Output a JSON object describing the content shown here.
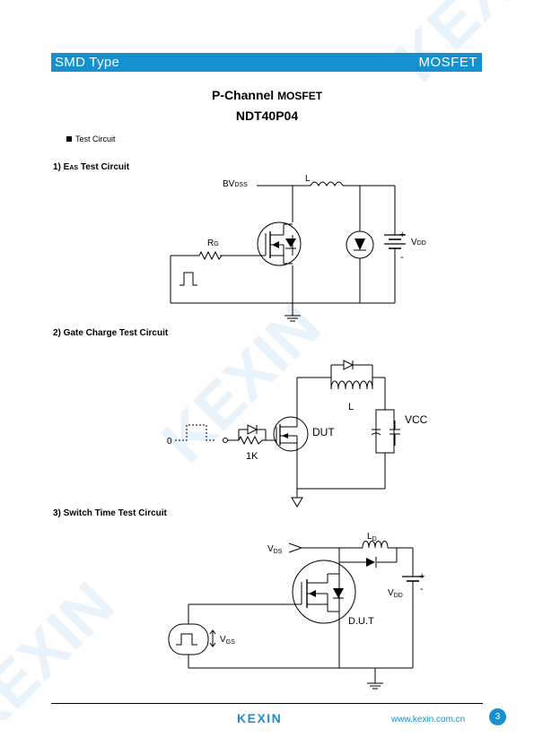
{
  "header": {
    "left": "SMD Type",
    "right": "MOSFET"
  },
  "title": {
    "line1_main": "P-Channel ",
    "line1_sub": "MOSFET",
    "part_number": "NDT40P04"
  },
  "bullet_text": "Test Circuit",
  "sections": {
    "eas_prefix": "1) E",
    "eas_sub": "AS",
    "eas_suffix": " Test Circuit",
    "gate_charge": "2) Gate Charge Test Circuit",
    "switch_time": "3) Switch Time Test Circuit"
  },
  "circuit1": {
    "bv": "BV",
    "bv_sub": "DSS",
    "inductor": "L",
    "rg": "R",
    "rg_sub": "G",
    "vdd": "V",
    "vdd_sub": "DD",
    "plus": "+",
    "minus": "-"
  },
  "circuit2": {
    "zero": "0",
    "resistor": "1K",
    "dut": "DUT",
    "inductor": "L",
    "vcc": "VCC"
  },
  "circuit3": {
    "vds": "V",
    "vds_sub": "DS",
    "ld": "L",
    "ld_sub": "D",
    "vdd": "V",
    "vdd_sub": "DD",
    "plus": "+",
    "minus": "-",
    "vgs": "V",
    "vgs_sub": "GS",
    "dut": "D.U.T"
  },
  "footer": {
    "logo": "KEXIN",
    "url": "www.kexin.com.cn",
    "page": "3"
  },
  "colors": {
    "brand": "#1790cf",
    "watermark": "#e8f2fa"
  }
}
